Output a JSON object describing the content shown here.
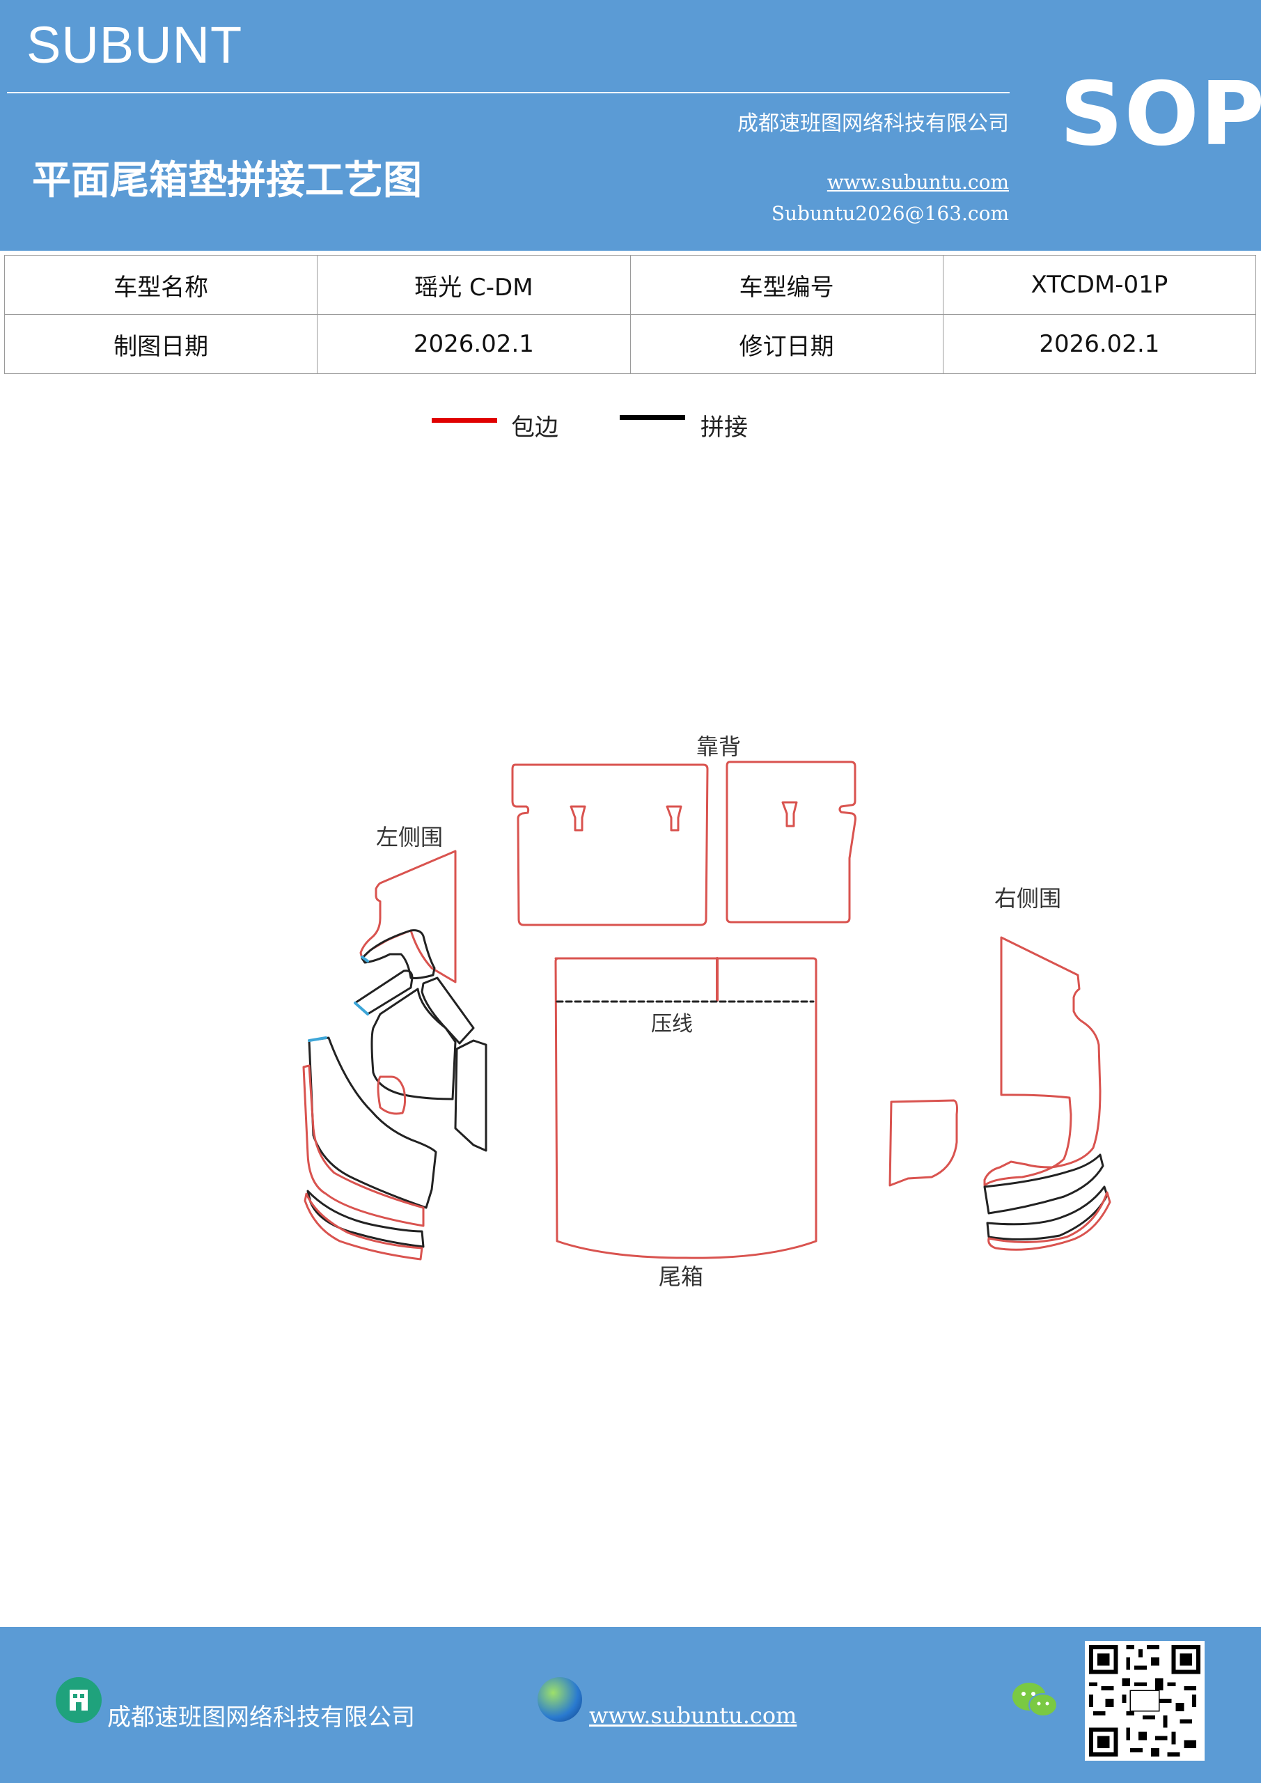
{
  "header": {
    "brand": "SUBUNT",
    "badge": "SOP",
    "company": "成都速班图网络科技有限公司",
    "title": "平面尾箱垫拼接工艺图",
    "website": "www.subuntu.com",
    "email": "Subuntu2026@163.com"
  },
  "info_table": {
    "row1": [
      "车型名称",
      "瑶光 C-DM",
      "车型编号",
      "XTCDM-01P"
    ],
    "row2": [
      "制图日期",
      "2026.02.1",
      "修订日期",
      "2026.02.1"
    ]
  },
  "legend": {
    "items": [
      {
        "label": "包边",
        "color": "#e00000"
      },
      {
        "label": "拼接",
        "color": "#000000"
      }
    ]
  },
  "diagram": {
    "labels": {
      "backrest": "靠背",
      "left_side": "左侧围",
      "right_side": "右侧围",
      "crease": "压线",
      "trunk": "尾箱"
    },
    "colors": {
      "edge": "#d9534f",
      "seam": "#222222",
      "accent": "#3da6d8"
    }
  },
  "footer": {
    "company": "成都速班图网络科技有限公司",
    "website": "www.subuntu.com"
  }
}
